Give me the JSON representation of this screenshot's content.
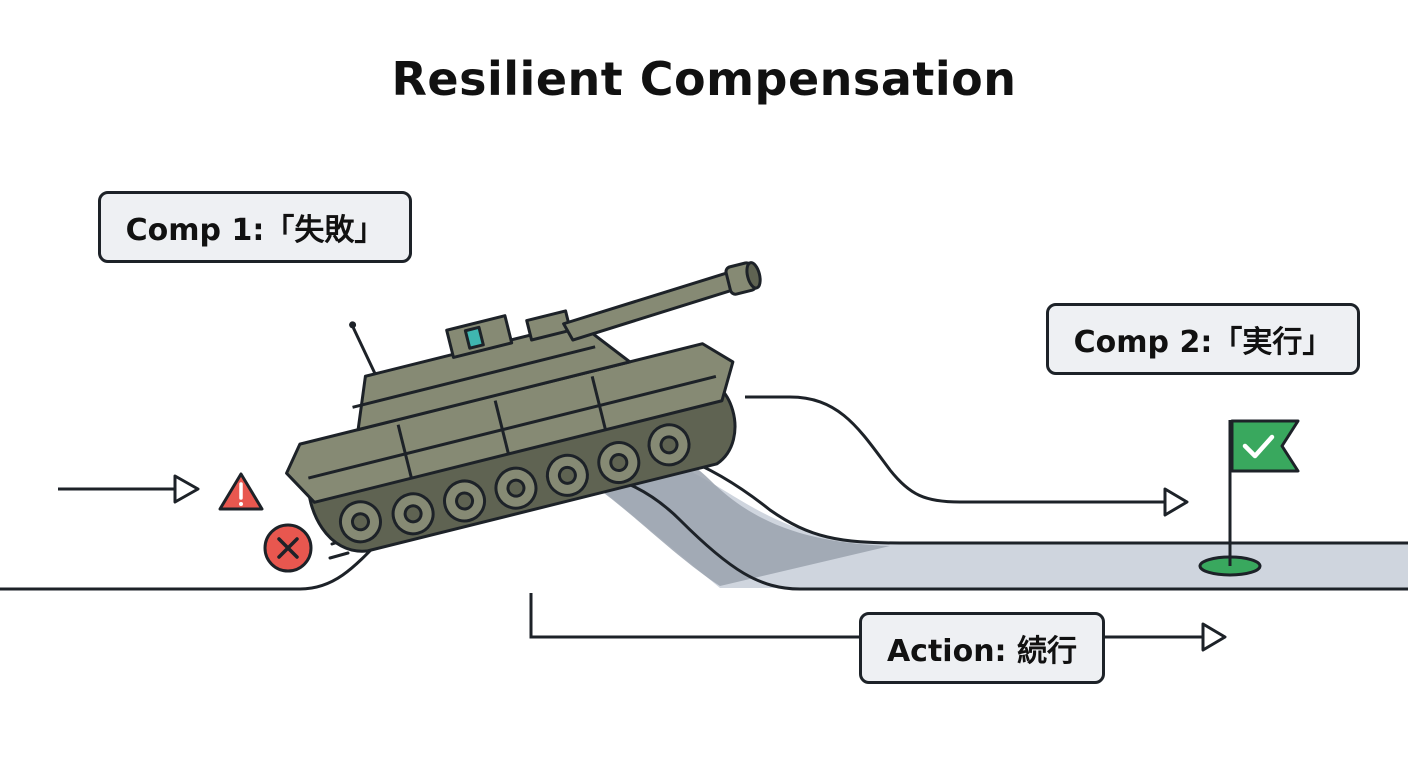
{
  "title": "Resilient Compensation",
  "labels": {
    "comp1": "Comp 1:「失敗」",
    "comp2": "Comp 2:「実行」",
    "action": "Action: 続行"
  },
  "icons": {
    "warning": "warning-triangle-icon",
    "error": "error-x-circle-icon",
    "flag": "goal-flag-check-icon",
    "tank": "tank-illustration"
  },
  "colors": {
    "stroke": "#1d2228",
    "box_fill": "#eef0f3",
    "road_fill": "#cfd5de",
    "shadow": "#9aa2ae",
    "tank_body": "#868a74",
    "tank_dark": "#5f6352",
    "warning": "#e8574f",
    "flag": "#39a85e",
    "accent": "#3fb6b0"
  }
}
